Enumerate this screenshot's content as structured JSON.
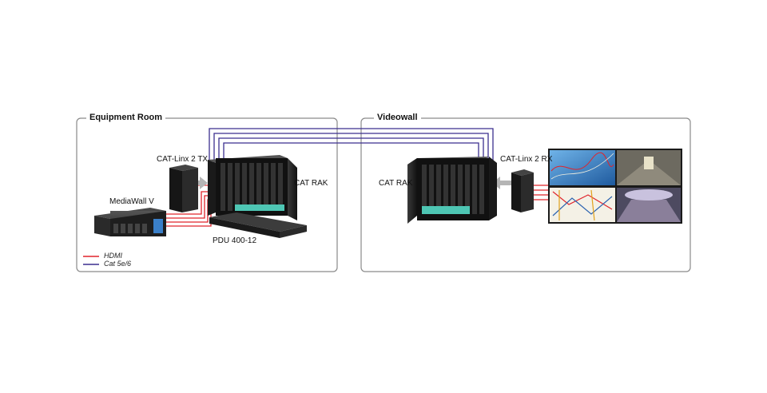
{
  "panels": {
    "equipment_room": "Equipment Room",
    "videowall": "Videowall"
  },
  "devices": {
    "cat_linx_tx": "CAT-Linx 2 TX",
    "mediawall": "MediaWall V",
    "cat_rak_left": "CAT RAK",
    "pdu": "PDU 400-12",
    "cat_rak_right": "CAT RAK",
    "cat_linx_rx": "CAT-Linx 2 RX"
  },
  "legend": {
    "hdmi": "HDMI",
    "cat": "Cat 5e/6"
  },
  "colors": {
    "hdmi": "#e0242b",
    "cat": "#3b2f8f",
    "panel_border": "#8a8a8a",
    "device_dark": "#1c1c1c",
    "card_teal": "#4ec6b4"
  },
  "icons": {
    "arrow_tx": "grey-arrow-right",
    "arrow_rx": "grey-arrow-left"
  }
}
